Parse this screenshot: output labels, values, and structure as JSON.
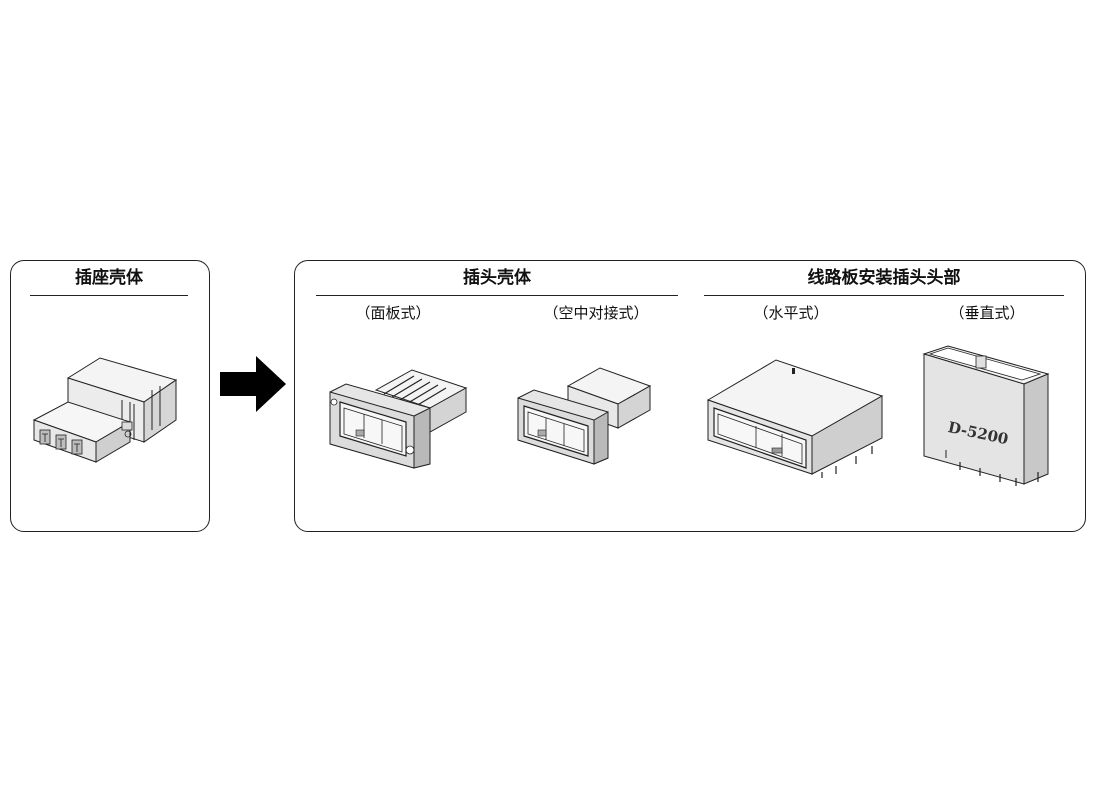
{
  "receptacle": {
    "title": "插座壳体"
  },
  "plug": {
    "title": "插头壳体",
    "variants": [
      {
        "label": "（面板式）"
      },
      {
        "label": "（空中对接式）"
      }
    ]
  },
  "pcb_header": {
    "title": "线路板安装插头头部",
    "variants": [
      {
        "label": "（水平式）"
      },
      {
        "label": "（垂直式）"
      }
    ],
    "part_marking": "D-5200"
  },
  "colors": {
    "outline": "#222222",
    "body_fill": "#f4f4f4",
    "shade": "#d6d6d6",
    "dark": "#9a9a9a",
    "arrow": "#000000"
  },
  "icons": {
    "flow_arrow": "right-arrow-icon"
  }
}
